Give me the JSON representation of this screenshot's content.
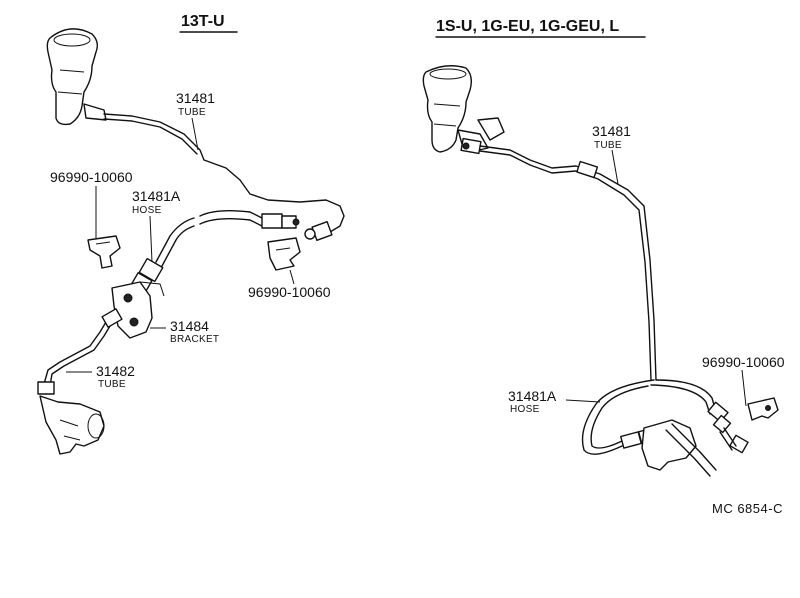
{
  "left_diagram": {
    "header": "13T-U",
    "labels": {
      "tube_pn": "31481",
      "tube_name": "TUBE",
      "clip_pn_upper": "96990-10060",
      "hose_pn": "31481A",
      "hose_name": "HOSE",
      "clip_pn_lower": "96990-10060",
      "bracket_pn": "31484",
      "bracket_name": "BRACKET",
      "tube2_pn": "31482",
      "tube2_name": "TUBE"
    }
  },
  "right_diagram": {
    "header": "1S-U, 1G-EU, 1G-GEU, L",
    "labels": {
      "tube_pn": "31481",
      "tube_name": "TUBE",
      "clip_pn": "96990-10060",
      "hose_pn": "31481A",
      "hose_name": "HOSE"
    }
  },
  "figure_code": "MC  6854-C"
}
